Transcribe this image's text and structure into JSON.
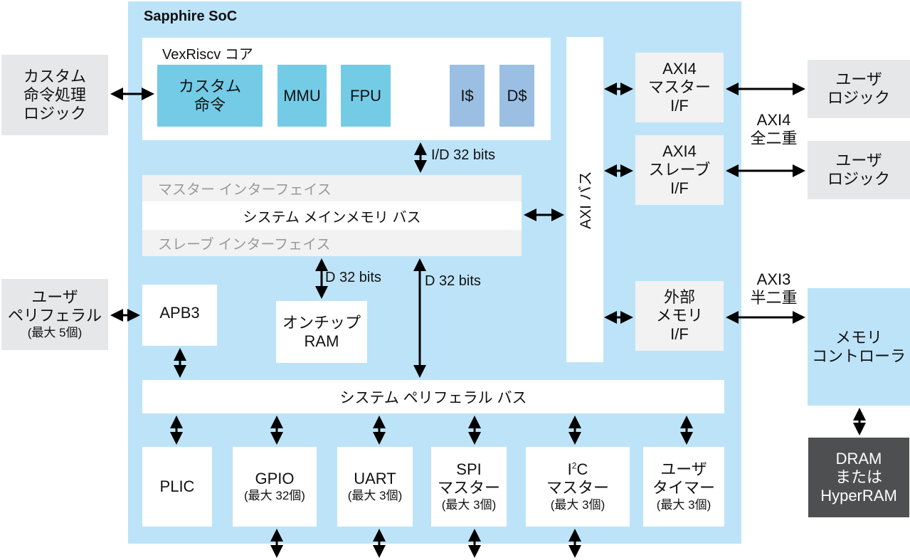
{
  "soc": {
    "title": "Sapphire SoC",
    "core": {
      "label": "VexRiscv コア",
      "units": {
        "custom_instr": [
          "カスタム",
          "命令"
        ],
        "mmu": "MMU",
        "fpu": "FPU",
        "icache": "I$",
        "dcache": "D$"
      }
    },
    "bus_labels": {
      "id32": "I/D 32 bits",
      "d32_ram": "D 32 bits",
      "d32_periph": "D 32 bits"
    },
    "main_bus": {
      "master_if": "マスター インターフェイス",
      "name": "システム メインメモリ バス",
      "slave_if": "スレーブ インターフェイス"
    },
    "axi_bus": "AXI バス",
    "axi4_master_if": [
      "AXI4",
      "マスター",
      "I/F"
    ],
    "axi4_slave_if": [
      "AXI4",
      "スレーブ",
      "I/F"
    ],
    "ext_mem_if": [
      "外部",
      "メモリ",
      "I/F"
    ],
    "apb3": "APB3",
    "onchip_ram": [
      "オンチップ",
      "RAM"
    ],
    "periph_bus": "システム ペリフェラル バス",
    "peripherals": {
      "plic": "PLIC",
      "gpio": {
        "name": "GPIO",
        "count": "(最大 32個)"
      },
      "uart": {
        "name": "UART",
        "count": "(最大 3個)"
      },
      "spi": {
        "name": "SPI",
        "sub": "マスター",
        "count": "(最大 3個)"
      },
      "i2c": {
        "name_prefix": "I",
        "name_sup": "2",
        "name_suffix": "C",
        "sub": "マスター",
        "count": "(最大 3個)"
      },
      "timer": {
        "name": "ユーザ",
        "sub": "タイマー",
        "count": "(最大 3個)"
      }
    }
  },
  "external": {
    "custom_logic": [
      "カスタム",
      "命令処理",
      "ロジック"
    ],
    "user_periph": {
      "lines": [
        "ユーザ",
        "ペリフェラル"
      ],
      "count": "(最大 5個)"
    },
    "user_logic_1": [
      "ユーザ",
      "ロジック"
    ],
    "user_logic_2": [
      "ユーザ",
      "ロジック"
    ],
    "axi4_label": [
      "AXI4",
      "全二重"
    ],
    "axi3_label": [
      "AXI3",
      "半二重"
    ],
    "mem_controller": [
      "メモリ",
      "コントローラ"
    ],
    "dram": [
      "DRAM",
      "または",
      "HyperRAM"
    ]
  }
}
